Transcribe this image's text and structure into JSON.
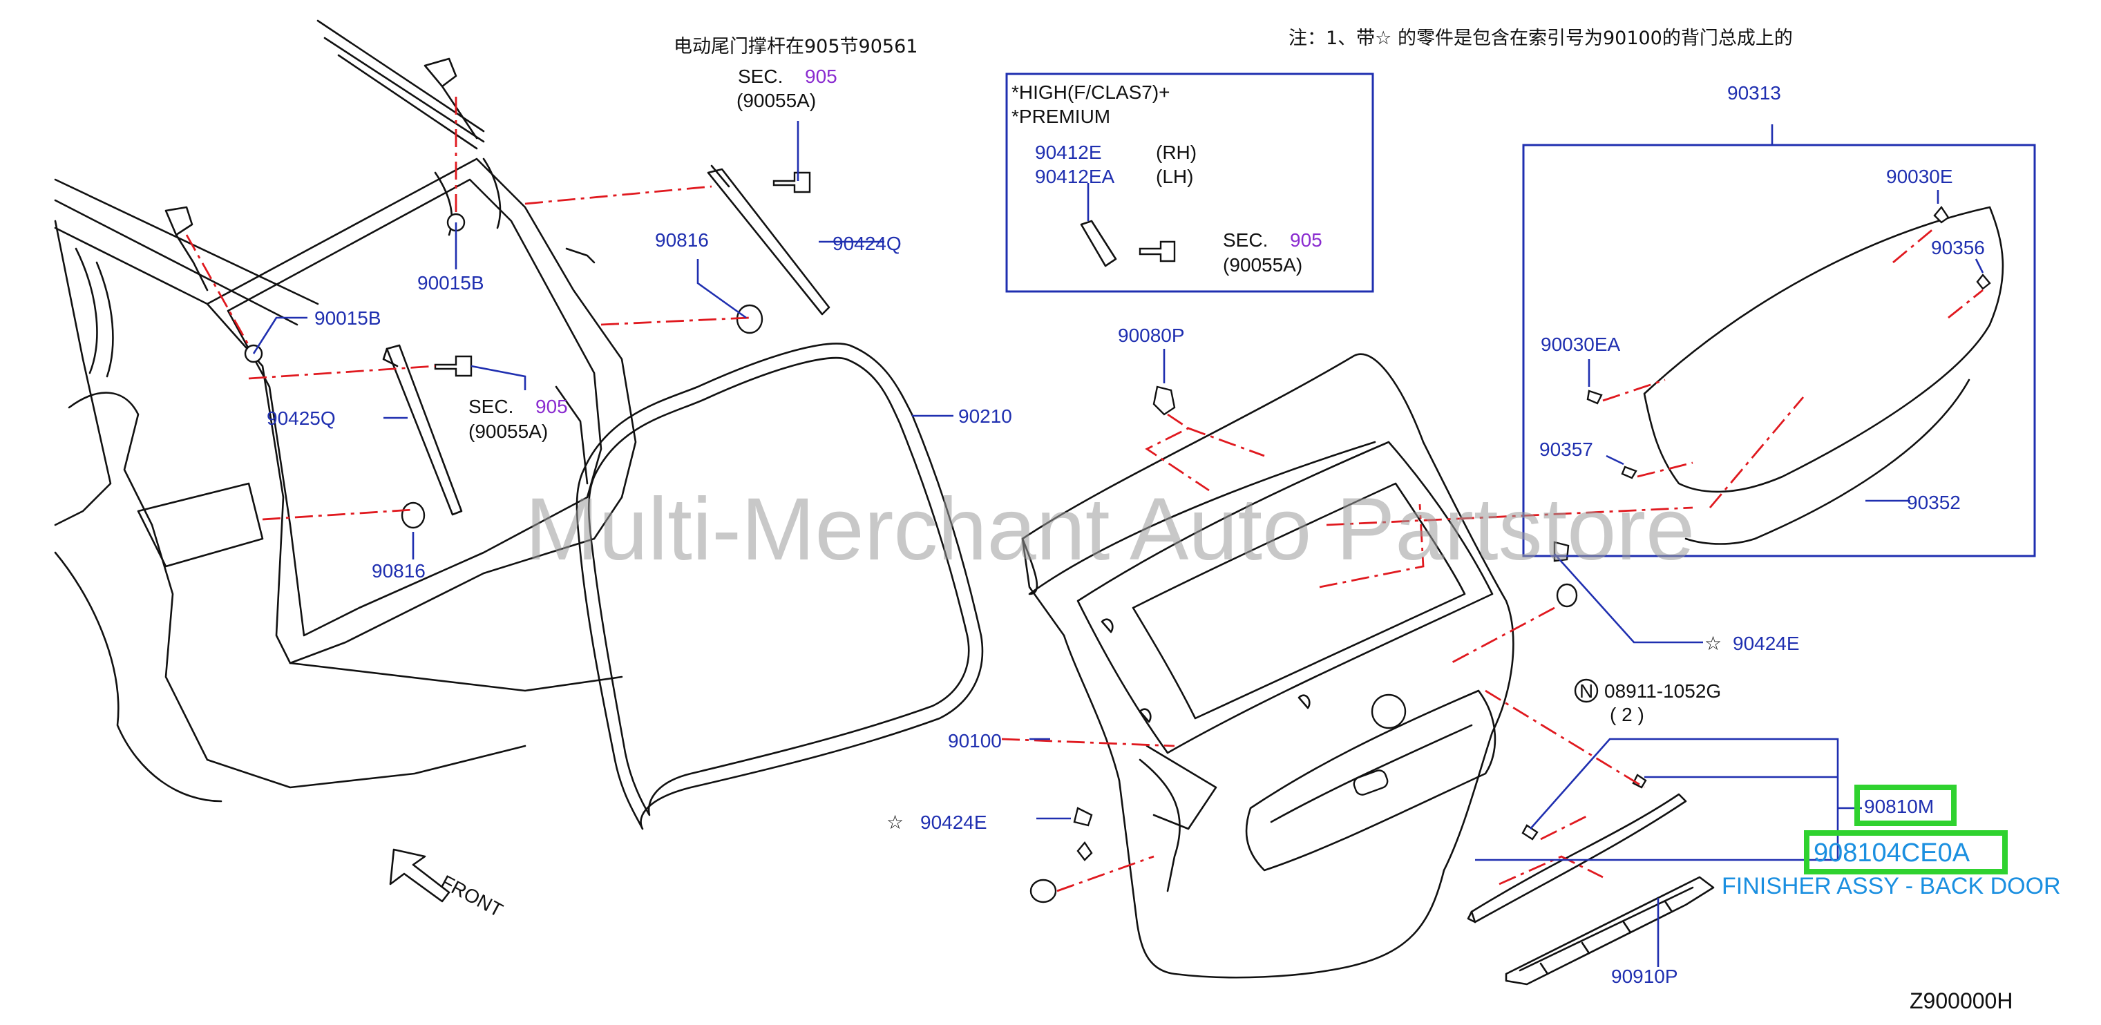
{
  "header": {
    "note": "注：1、带☆ 的零件是包含在索引号为90100的背门总成上的",
    "strut_note": "电动尾门撑杆在905节90561"
  },
  "inset": {
    "line1": "*HIGH(F/CLAS7)+",
    "line2": "*PREMIUM",
    "rh_part": "90412E",
    "lh_part": "90412EA",
    "rh": "(RH)",
    "lh": "(LH)"
  },
  "sec": {
    "word": "SEC.",
    "num": "905",
    "ref": "(90055A)"
  },
  "labels": {
    "p90424Q": "90424Q",
    "p90816_top": "90816",
    "p90816_bottom": "90816",
    "p90015B_top": "90015B",
    "p90015B_mid": "90015B",
    "p90425Q": "90425Q",
    "p90210": "90210",
    "p90080P": "90080P",
    "p90313": "90313",
    "p90030E": "90030E",
    "p90356": "90356",
    "p90030EA": "90030EA",
    "p90357": "90357",
    "p90352": "90352",
    "p90424E_right": "90424E",
    "p90424E_left": "90424E",
    "p90100": "90100",
    "p08911": "08911-1052G",
    "qty": "(  2  )",
    "n_mark": "N",
    "p90810M": "90810M",
    "p908104CE0A": "908104CE0A",
    "finisher": "FINISHER ASSY - BACK DOOR",
    "p90910P": "90910P",
    "front": "FRONT",
    "star": "☆",
    "diagram_id": "Z900000H"
  },
  "watermark": "Multi-Merchant Auto Partstore",
  "colors": {
    "label_blue": "#1f2fb0",
    "section_purple": "#8a2bd0",
    "highlight_green": "#2fd22f",
    "highlight_text": "#1a8fe0",
    "dash_red": "#e0191f"
  }
}
